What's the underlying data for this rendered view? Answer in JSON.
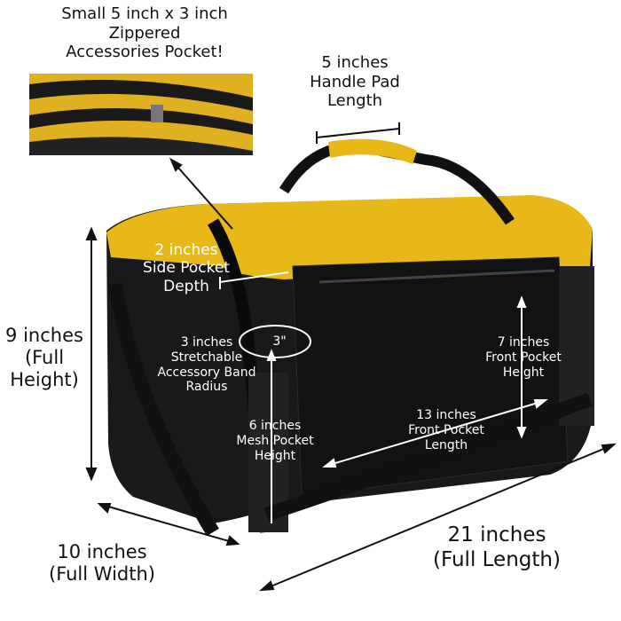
{
  "colors": {
    "bag_black": "#16181a",
    "bag_yellow": "#e8b818",
    "annotation_dark": "#111111",
    "annotation_light": "#ffffff"
  },
  "labels": {
    "accessories_pocket": [
      "Small 5 inch x 3 inch",
      "Zippered",
      "Accessories Pocket!"
    ],
    "handle_pad": [
      "5 inches",
      "Handle Pad",
      "Length"
    ],
    "side_pocket": [
      "2 inches",
      "Side Pocket",
      "Depth"
    ],
    "full_height": [
      "9 inches",
      "(Full",
      "Height)"
    ],
    "band_radius": [
      "3 inches",
      "Stretchable",
      "Accessory Band",
      "Radius"
    ],
    "band_mark": "3\"",
    "mesh_pocket": [
      "6 inches",
      "Mesh Pocket",
      "Height"
    ],
    "front_pocket_height": [
      "7 inches",
      "Front Pocket",
      "Height"
    ],
    "front_pocket_length": [
      "13 inches",
      "Front Pocket",
      "Length"
    ],
    "full_width": [
      "10 inches",
      "(Full Width)"
    ],
    "full_length": [
      "21 inches",
      "(Full Length)"
    ]
  }
}
